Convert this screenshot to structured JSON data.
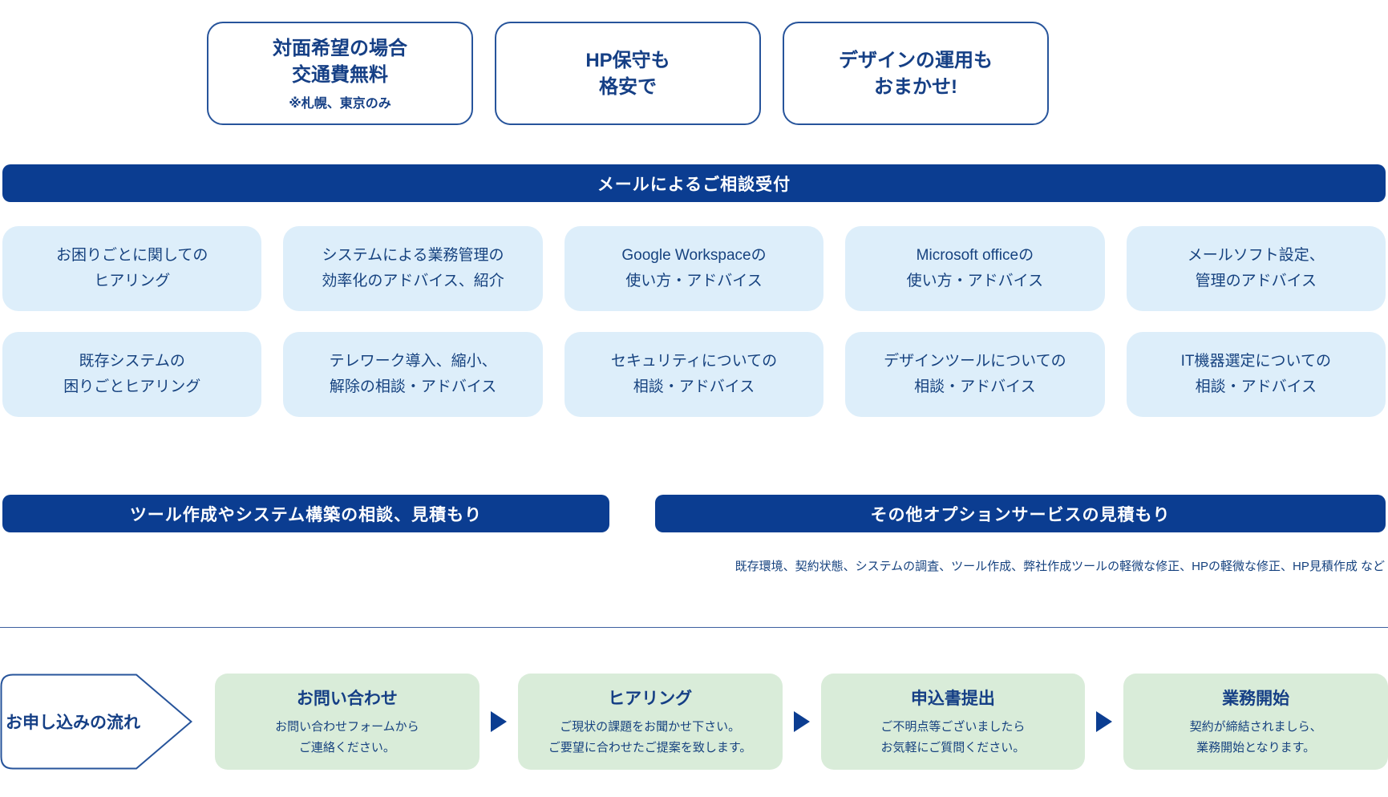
{
  "top_badges": [
    {
      "title_line1": "対面希望の場合",
      "title_line2": "交通費無料",
      "note": "※札幌、東京のみ"
    },
    {
      "title_line1": "HP保守も",
      "title_line2": "格安で",
      "note": ""
    },
    {
      "title_line1": "デザインの運用も",
      "title_line2": "おまかせ!",
      "note": ""
    }
  ],
  "mail_banner": {
    "label": "メールによるご相談受付"
  },
  "consult_items": [
    {
      "line1": "お困りごとに関しての",
      "line2": "ヒアリング"
    },
    {
      "line1": "システムによる業務管理の",
      "line2": "効率化のアドバイス、紹介"
    },
    {
      "line1": "Google Workspaceの",
      "line2": "使い方・アドバイス"
    },
    {
      "line1": "Microsoft officeの",
      "line2": "使い方・アドバイス"
    },
    {
      "line1": "メールソフト設定、",
      "line2": "管理のアドバイス"
    },
    {
      "line1": "既存システムの",
      "line2": "困りごとヒアリング"
    },
    {
      "line1": "テレワーク導入、縮小、",
      "line2": "解除の相談・アドバイス"
    },
    {
      "line1": "セキュリティについての",
      "line2": "相談・アドバイス"
    },
    {
      "line1": "デザインツールについての",
      "line2": "相談・アドバイス"
    },
    {
      "line1": "IT機器選定についての",
      "line2": "相談・アドバイス"
    }
  ],
  "estimate_banners": {
    "left_label": "ツール作成やシステム構築の相談、見積もり",
    "right_label": "その他オプションサービスの見積もり",
    "right_note": "既存環境、契約状態、システムの調査、ツール作成、弊社作成ツールの軽微な修正、HPの軽微な修正、HP見積作成 など"
  },
  "flow": {
    "label": "お申し込みの流れ",
    "steps": [
      {
        "title": "お問い合わせ",
        "desc_line1": "お問い合わせフォームから",
        "desc_line2": "ご連絡ください。"
      },
      {
        "title": "ヒアリング",
        "desc_line1": "ご現状の課題をお聞かせ下さい。",
        "desc_line2": "ご要望に合わせたご提案を致します。"
      },
      {
        "title": "申込書提出",
        "desc_line1": "ご不明点等ございましたら",
        "desc_line2": "お気軽にご質問ください。"
      },
      {
        "title": "業務開始",
        "desc_line1": "契約が締結されましら、",
        "desc_line2": "業務開始となります。"
      }
    ]
  },
  "colors": {
    "navy": "#0b3d91",
    "text_navy": "#16427f",
    "border_blue": "#27549b",
    "light_blue": "#ddeefa",
    "green": "#d9ecd9"
  }
}
